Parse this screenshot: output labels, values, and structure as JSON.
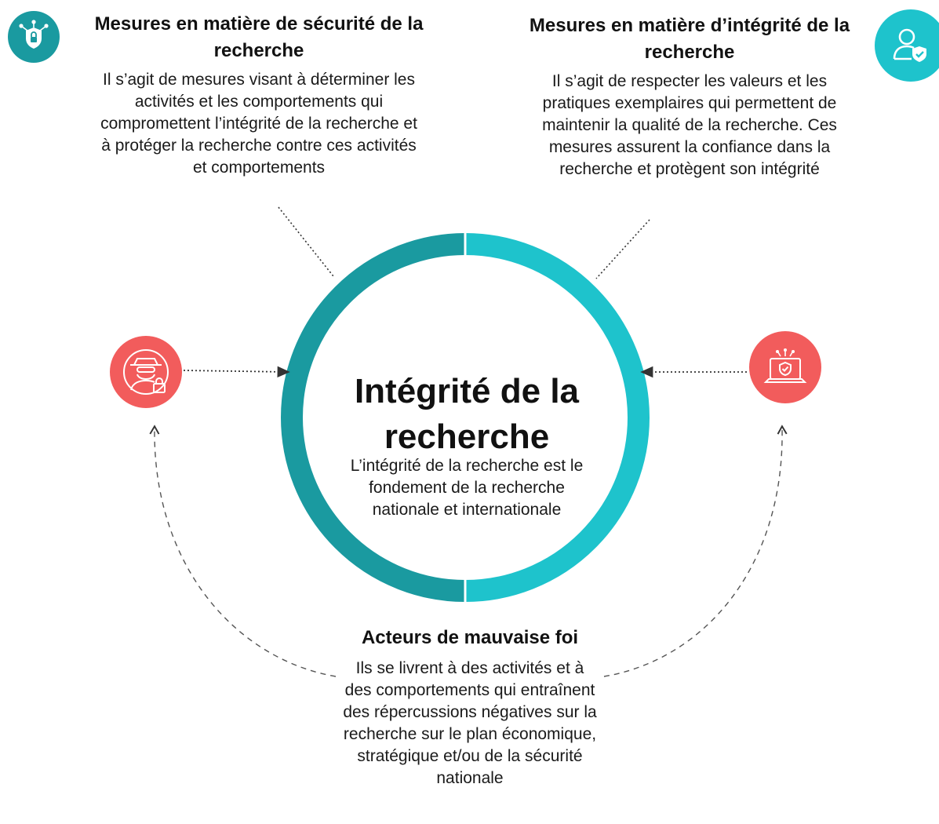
{
  "security": {
    "title": "Mesures en matière de sécurité de la recherche",
    "body": "Il s’agit de mesures visant à déterminer les activités et les comportements qui compromettent l’intégrité de la recherche et à protéger la recherche contre ces activités et comportements",
    "icon": "shield-lock-network-icon"
  },
  "integrity_measures": {
    "title": "Mesures en matière d’intégrité de la recherche",
    "body": "Il s’agit de respecter les valeurs et les pratiques exemplaires qui permettent de maintenir la qualité de la recherche. Ces mesures assurent la confiance dans la recherche et protègent son intégrité",
    "icon": "user-shield-icon"
  },
  "center": {
    "title": "Intégrité de la recherche",
    "body": "L’intégrité de la recherche est le fondement de la recherche nationale et internationale"
  },
  "bad_actors": {
    "title": "Acteurs de mauvaise foi",
    "body": "Ils se livrent à des activités et à des comportements qui entraînent des répercussions négatives sur la recherche sur le plan économique, stratégique et/ou de la sécurité nationale"
  },
  "icons": {
    "left": "spy-lock-icon",
    "right": "laptop-shield-icon"
  },
  "colors": {
    "ring_left": "#1a9aa0",
    "ring_right": "#1ec3cc",
    "security_icon_bg": "#1a9aa0",
    "integrity_icon_bg": "#1ec3cc",
    "threat_icon_bg": "#f25c5c"
  }
}
